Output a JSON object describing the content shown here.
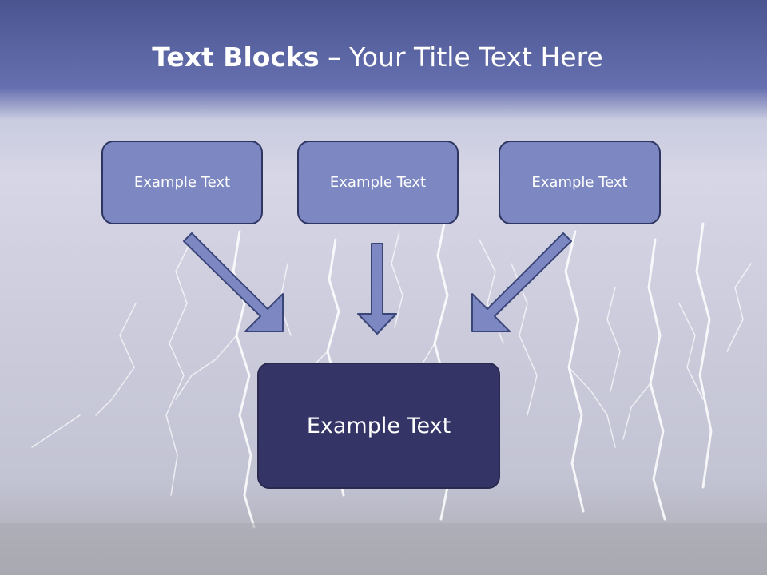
{
  "slide": {
    "title_bold": "Text Blocks",
    "title_dash": " – ",
    "title_rest": "Your Title Text Here",
    "box_left": "Example Text",
    "box_center": "Example Text",
    "box_right": "Example Text",
    "box_main": "Example Text"
  },
  "colors": {
    "header": "#5f69aa",
    "box_fill": "#7d88c2",
    "box_border": "#2d3560",
    "main_fill": "#353466",
    "arrow_fill": "#7d88c2"
  },
  "icons": {
    "arrows": [
      "arrow-down-right-icon",
      "arrow-down-icon",
      "arrow-down-left-icon"
    ]
  }
}
